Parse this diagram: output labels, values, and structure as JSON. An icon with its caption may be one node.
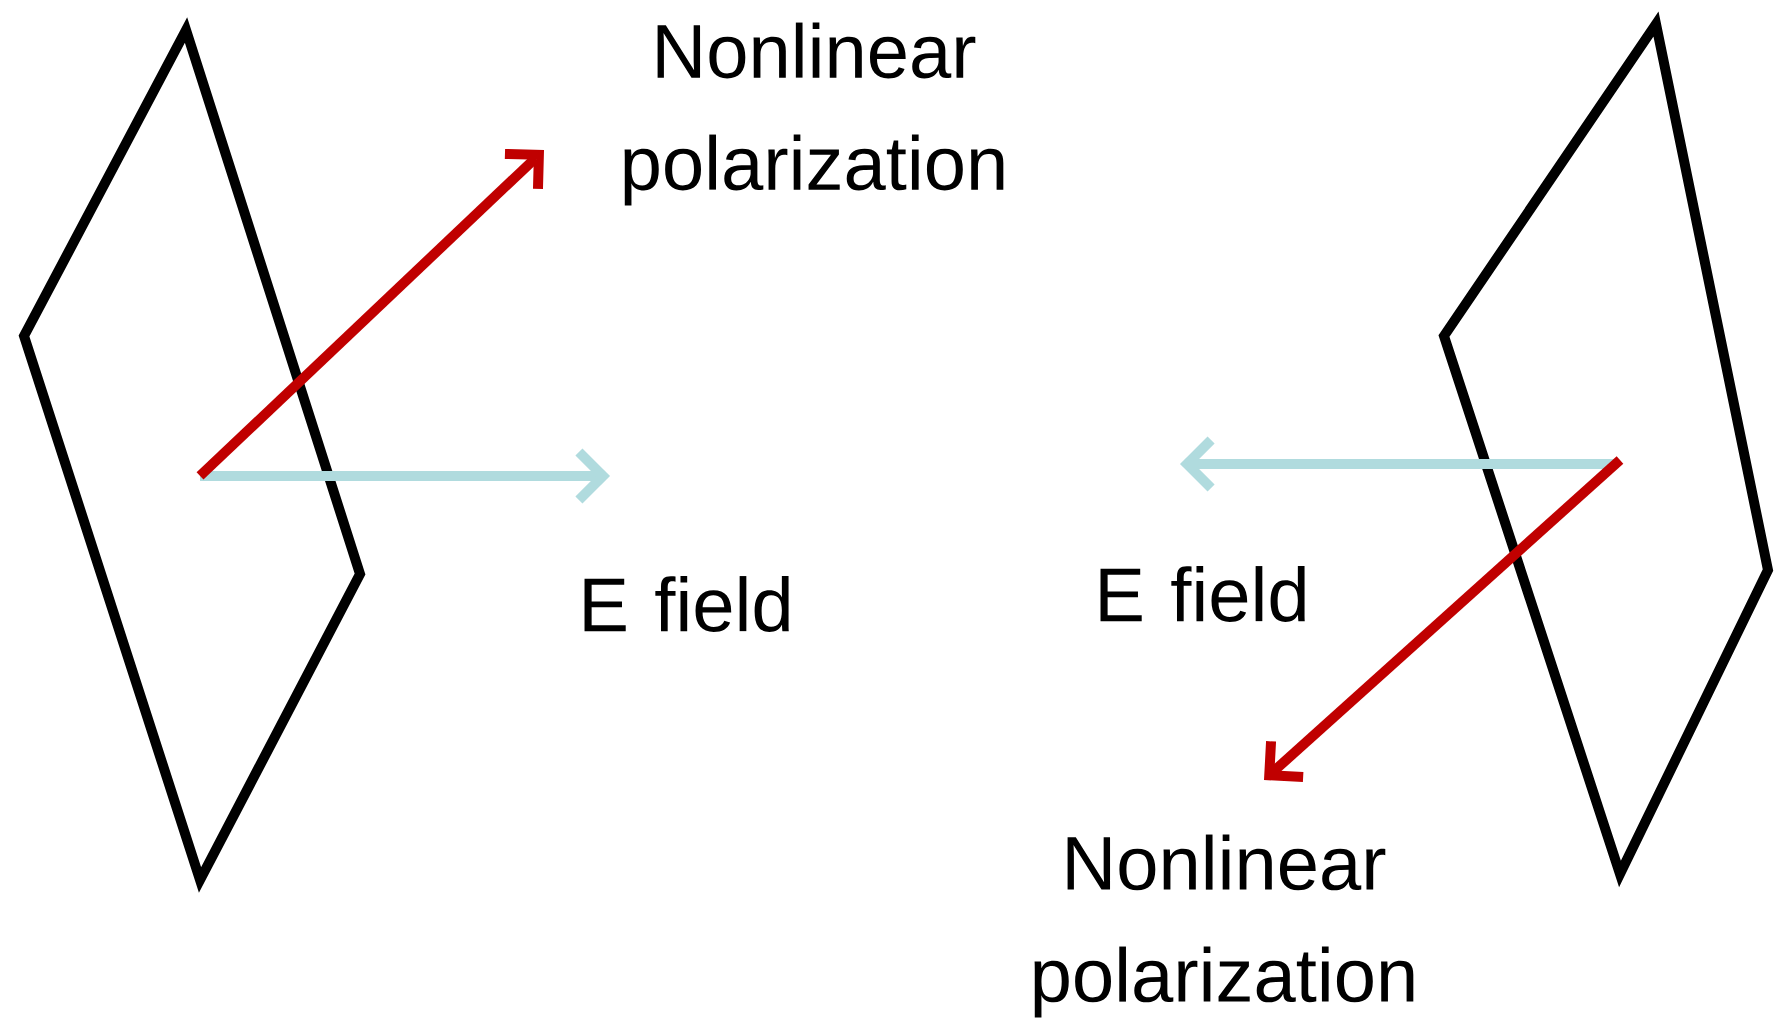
{
  "diagram": {
    "labels": [
      "Nonlinear polarization",
      "E field",
      "E field",
      "Nonlinear polarization"
    ]
  }
}
